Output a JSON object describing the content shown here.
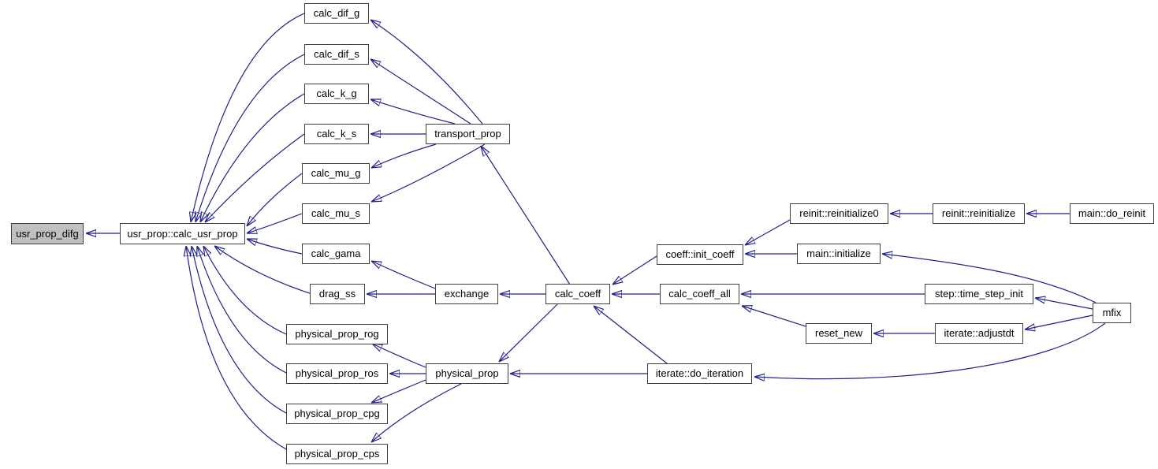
{
  "diagram": {
    "type": "call-graph",
    "background_color": "#ffffff",
    "edge_color": "#20208c",
    "node_fill": "#ffffff",
    "node_border_color": "#3f3f3f",
    "root_node_fill": "#c0c0c0",
    "text_color": "#000000"
  },
  "nodes": [
    {
      "id": "usr_prop_difg",
      "label": "usr_prop_difg",
      "root": true
    },
    {
      "id": "calc_usr_prop",
      "label": "usr_prop::calc_usr_prop"
    },
    {
      "id": "calc_dif_g",
      "label": "calc_dif_g"
    },
    {
      "id": "calc_dif_s",
      "label": "calc_dif_s"
    },
    {
      "id": "calc_k_g",
      "label": "calc_k_g"
    },
    {
      "id": "calc_k_s",
      "label": "calc_k_s"
    },
    {
      "id": "transport_prop",
      "label": "transport_prop"
    },
    {
      "id": "calc_mu_g",
      "label": "calc_mu_g"
    },
    {
      "id": "calc_mu_s",
      "label": "calc_mu_s"
    },
    {
      "id": "calc_gama",
      "label": "calc_gama"
    },
    {
      "id": "drag_ss",
      "label": "drag_ss"
    },
    {
      "id": "exchange",
      "label": "exchange"
    },
    {
      "id": "calc_coeff",
      "label": "calc_coeff"
    },
    {
      "id": "init_coeff",
      "label": "coeff::init_coeff"
    },
    {
      "id": "calc_coeff_all",
      "label": "calc_coeff_all"
    },
    {
      "id": "do_iteration",
      "label": "iterate::do_iteration"
    },
    {
      "id": "physical_prop_rog",
      "label": "physical_prop_rog"
    },
    {
      "id": "physical_prop_ros",
      "label": "physical_prop_ros"
    },
    {
      "id": "physical_prop",
      "label": "physical_prop"
    },
    {
      "id": "physical_prop_cpg",
      "label": "physical_prop_cpg"
    },
    {
      "id": "physical_prop_cps",
      "label": "physical_prop_cps"
    },
    {
      "id": "reinitialize0",
      "label": "reinit::reinitialize0"
    },
    {
      "id": "main_initialize",
      "label": "main::initialize"
    },
    {
      "id": "reset_new",
      "label": "reset_new"
    },
    {
      "id": "reinitialize",
      "label": "reinit::reinitialize"
    },
    {
      "id": "time_step_init",
      "label": "step::time_step_init"
    },
    {
      "id": "adjustdt",
      "label": "iterate::adjustdt"
    },
    {
      "id": "do_reinit",
      "label": "main::do_reinit"
    },
    {
      "id": "mfix",
      "label": "mfix"
    }
  ],
  "edges": [
    {
      "from": "calc_usr_prop",
      "to": "usr_prop_difg"
    },
    {
      "from": "calc_dif_g",
      "to": "calc_usr_prop"
    },
    {
      "from": "calc_dif_s",
      "to": "calc_usr_prop"
    },
    {
      "from": "calc_k_g",
      "to": "calc_usr_prop"
    },
    {
      "from": "calc_k_s",
      "to": "calc_usr_prop"
    },
    {
      "from": "calc_mu_g",
      "to": "calc_usr_prop"
    },
    {
      "from": "calc_mu_s",
      "to": "calc_usr_prop"
    },
    {
      "from": "calc_gama",
      "to": "calc_usr_prop"
    },
    {
      "from": "drag_ss",
      "to": "calc_usr_prop"
    },
    {
      "from": "physical_prop_rog",
      "to": "calc_usr_prop"
    },
    {
      "from": "physical_prop_ros",
      "to": "calc_usr_prop"
    },
    {
      "from": "physical_prop_cpg",
      "to": "calc_usr_prop"
    },
    {
      "from": "physical_prop_cps",
      "to": "calc_usr_prop"
    },
    {
      "from": "transport_prop",
      "to": "calc_dif_g"
    },
    {
      "from": "transport_prop",
      "to": "calc_dif_s"
    },
    {
      "from": "transport_prop",
      "to": "calc_k_g"
    },
    {
      "from": "transport_prop",
      "to": "calc_k_s"
    },
    {
      "from": "transport_prop",
      "to": "calc_mu_g"
    },
    {
      "from": "transport_prop",
      "to": "calc_mu_s"
    },
    {
      "from": "exchange",
      "to": "calc_gama"
    },
    {
      "from": "exchange",
      "to": "drag_ss"
    },
    {
      "from": "calc_coeff",
      "to": "transport_prop"
    },
    {
      "from": "calc_coeff",
      "to": "exchange"
    },
    {
      "from": "calc_coeff",
      "to": "physical_prop"
    },
    {
      "from": "physical_prop",
      "to": "physical_prop_rog"
    },
    {
      "from": "physical_prop",
      "to": "physical_prop_ros"
    },
    {
      "from": "physical_prop",
      "to": "physical_prop_cpg"
    },
    {
      "from": "physical_prop",
      "to": "physical_prop_cps"
    },
    {
      "from": "init_coeff",
      "to": "calc_coeff"
    },
    {
      "from": "calc_coeff_all",
      "to": "calc_coeff"
    },
    {
      "from": "do_iteration",
      "to": "calc_coeff"
    },
    {
      "from": "do_iteration",
      "to": "physical_prop"
    },
    {
      "from": "reinitialize0",
      "to": "init_coeff"
    },
    {
      "from": "main_initialize",
      "to": "init_coeff"
    },
    {
      "from": "time_step_init",
      "to": "calc_coeff_all"
    },
    {
      "from": "reset_new",
      "to": "calc_coeff_all"
    },
    {
      "from": "reinitialize",
      "to": "reinitialize0"
    },
    {
      "from": "do_reinit",
      "to": "reinitialize"
    },
    {
      "from": "adjustdt",
      "to": "reset_new"
    },
    {
      "from": "mfix",
      "to": "main_initialize"
    },
    {
      "from": "mfix",
      "to": "time_step_init"
    },
    {
      "from": "mfix",
      "to": "adjustdt"
    },
    {
      "from": "mfix",
      "to": "do_iteration"
    }
  ]
}
